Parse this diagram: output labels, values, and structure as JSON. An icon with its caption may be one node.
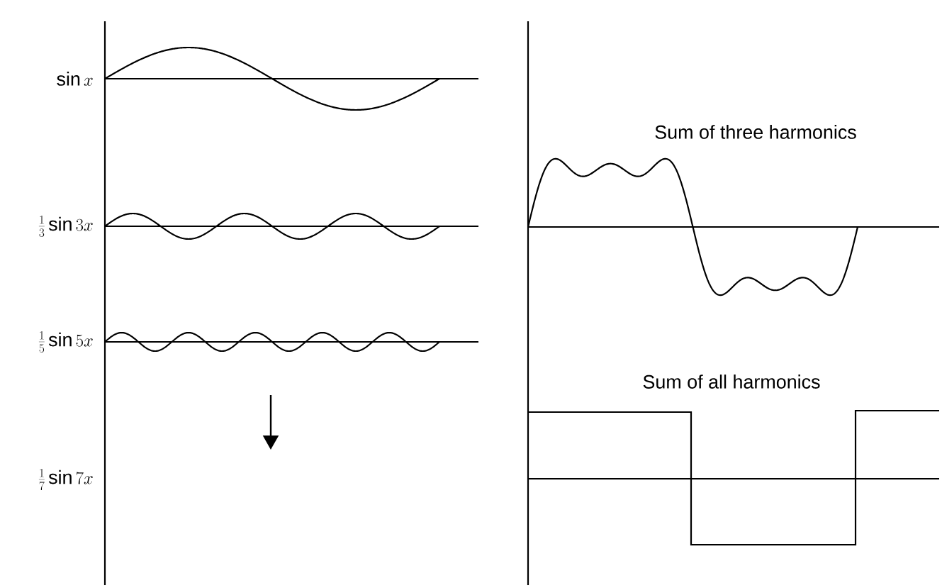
{
  "diagram": {
    "labels": [
      "\\sin x",
      "\\frac{1}{3}\\sin 3x",
      "\\frac{1}{5}\\sin 5x",
      "\\frac{1}{7}\\sin 7x",
      "Sum of three harmonics",
      "Sum of all harmonics"
    ]
  }
}
